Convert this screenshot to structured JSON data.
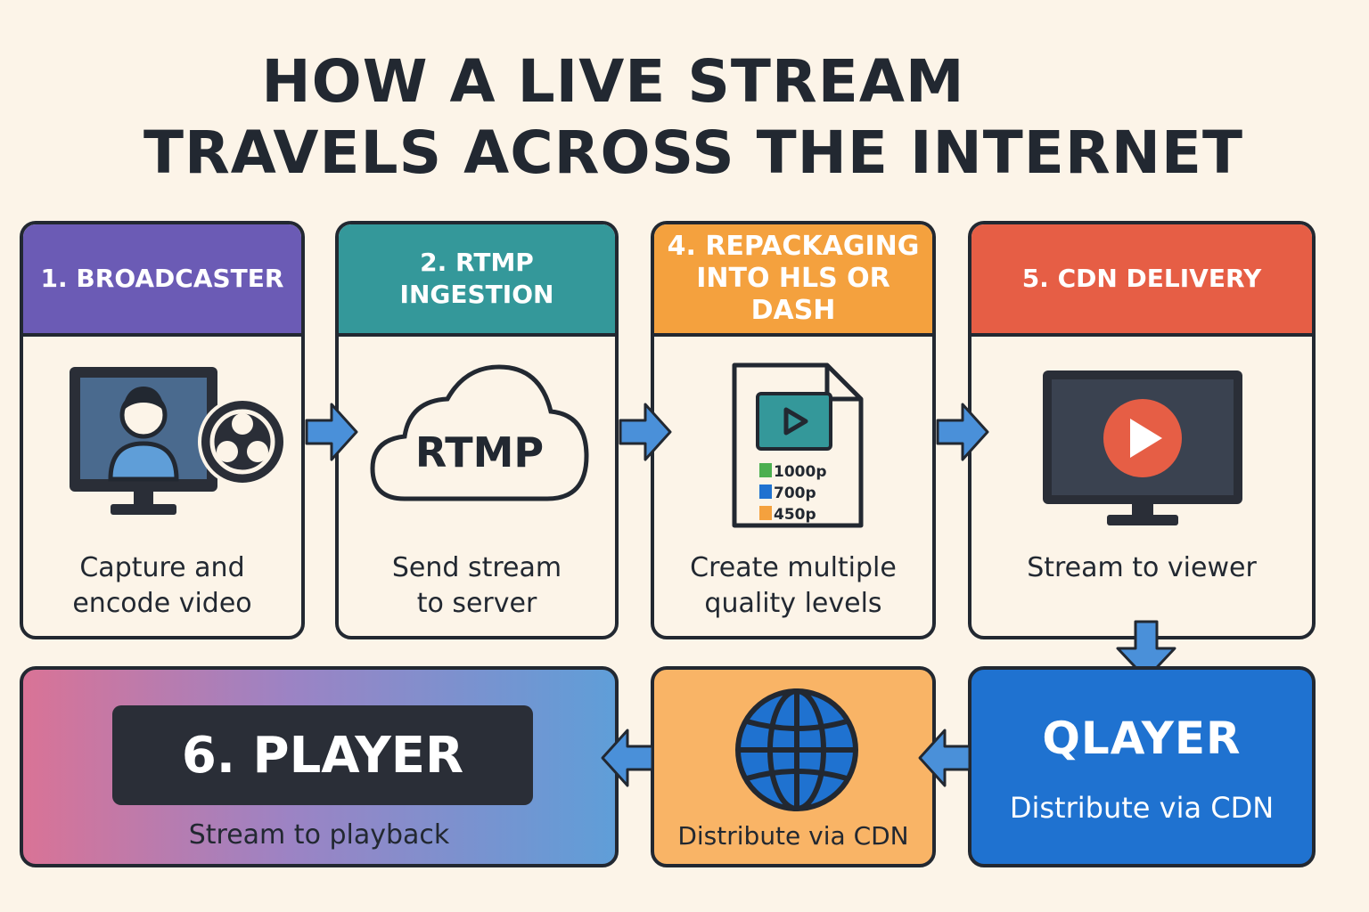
{
  "title": {
    "line1": "HOW A LIVE STREAM",
    "line2": "TRAVELS ACROSS THE INTERNET"
  },
  "steps": [
    {
      "heading": "1. BROADCASTER",
      "description": "Capture and\nencode video",
      "icon": "broadcaster-monitor-icon",
      "color": "#6b5bb5"
    },
    {
      "heading": "2. RTMP INGESTION",
      "description": "Send stream\nto server",
      "icon": "rtmp-cloud-icon",
      "icon_text": "RTMP",
      "color": "#34989a"
    },
    {
      "heading": "4. REPACKAGING\nINTO HLS OR DASH",
      "description": "Create multiple\nquality levels",
      "icon": "video-file-icon",
      "color": "#f4a13e",
      "quality_levels": [
        "1000p",
        "700p",
        "450p"
      ]
    },
    {
      "heading": "5. CDN DELIVERY",
      "description": "Stream to viewer",
      "icon": "tv-play-icon",
      "color": "#e65e45"
    }
  ],
  "bottom": {
    "player": {
      "label": "6. PLAYER",
      "description": "Stream to playback"
    },
    "cdn": {
      "description": "Distribute via CDN",
      "icon": "globe-icon"
    },
    "qlayer": {
      "title": "QLAYER",
      "description": "Distribute via CDN"
    }
  },
  "colors": {
    "background": "#fcf4e8",
    "arrow": "#4a90d9",
    "outline": "#222831"
  }
}
